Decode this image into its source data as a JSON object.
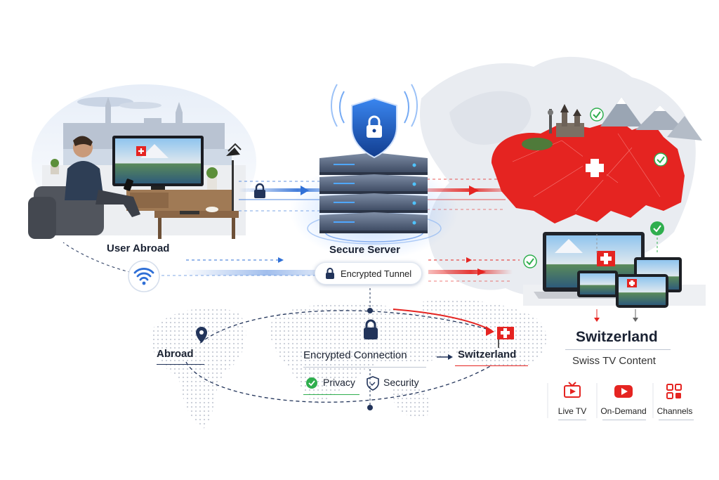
{
  "labels": {
    "user_abroad": "User Abroad",
    "secure_server": "Secure Server",
    "encrypted_tunnel": "Encrypted Tunnel",
    "abroad": "Abroad",
    "encrypted_connection": "Encrypted Connection",
    "switzerland_small": "Switzerland",
    "privacy": "Privacy",
    "security": "Security",
    "switzerland_big": "Switzerland",
    "swiss_tv_content": "Swiss TV Content"
  },
  "services": [
    {
      "label": "Live TV",
      "icon": "live-tv-icon"
    },
    {
      "label": "On-Demand",
      "icon": "play-icon"
    },
    {
      "label": "Channels",
      "icon": "channels-grid-icon"
    }
  ],
  "colors": {
    "swiss_red": "#e52421",
    "tunnel_blue": "#2f6fd6",
    "navy": "#22345a",
    "check_green": "#2fae4e"
  }
}
